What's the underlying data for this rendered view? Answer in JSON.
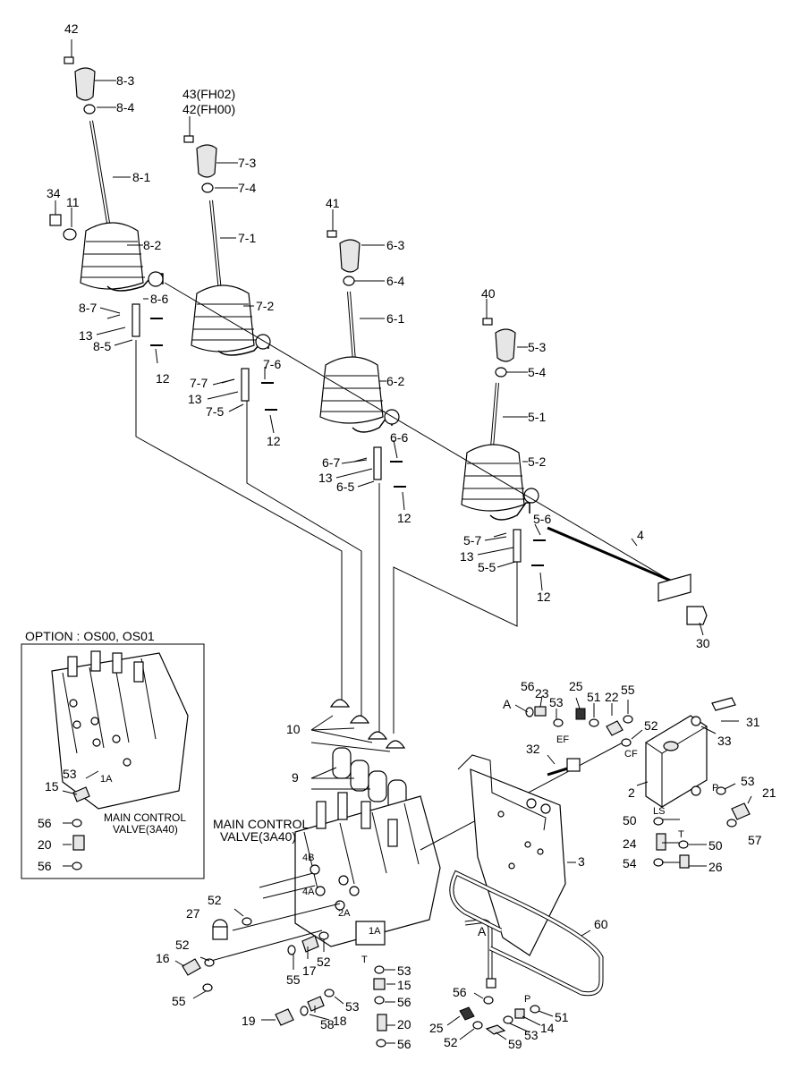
{
  "diagram": {
    "option_box": {
      "title": "OPTION : OS00, OS01",
      "valve_label_line1": "MAIN CONTROL",
      "valve_label_line2": "VALVE(3A40)",
      "port_label": "1A",
      "callouts": [
        "53",
        "15",
        "56",
        "20",
        "56"
      ]
    },
    "main_valve_label_line1": "MAIN CONTROL",
    "main_valve_label_line2": "VALVE(3A40)",
    "lever_1": {
      "cap_pin": "42",
      "knob": "8-3",
      "nut": "8-4",
      "lever": "8-1",
      "boot": "8-2",
      "bolt_a": "34",
      "bolt_b": "11",
      "bracket_a": "8-6",
      "bracket_b": "8-7",
      "plate": "8-5",
      "washer": "13",
      "screw": "12"
    },
    "lever_2": {
      "cap_pin_a": "43(FH02)",
      "cap_pin_b": "42(FH00)",
      "knob": "7-3",
      "nut": "7-4",
      "lever": "7-1",
      "boot": "7-2",
      "bracket_a": "7-6",
      "bracket_b": "7-7",
      "plate": "7-5",
      "washer": "13",
      "screw": "12"
    },
    "lever_3": {
      "cap_pin": "41",
      "knob": "6-3",
      "nut": "6-4",
      "lever": "6-1",
      "boot": "6-2",
      "bracket_a": "6-6",
      "bracket_b": "6-7",
      "plate": "6-5",
      "washer": "13",
      "screw": "12"
    },
    "lever_4": {
      "cap_pin": "40",
      "knob": "5-3",
      "nut": "5-4",
      "lever": "5-1",
      "boot": "5-2",
      "bracket_a": "5-6",
      "bracket_b": "5-7",
      "plate": "5-5",
      "washer": "13",
      "screw": "12"
    },
    "linkage": {
      "rod": "4",
      "end_bolt": "30"
    },
    "valve_parts": {
      "caps": "10",
      "boots": "9",
      "bracket": "3",
      "block": "2",
      "pipe": "60",
      "port_a": "A",
      "port_a2": "A",
      "port_t": "T",
      "port_p": "P",
      "port_ls": "LS",
      "port_ef": "EF",
      "port_cf": "CF",
      "port_t2": "T",
      "port_4b": "4B",
      "port_4a": "4A",
      "port_2a": "2A",
      "port_1a": "1A",
      "port_p2": "P"
    },
    "callouts": {
      "c56a": "56",
      "c23": "23",
      "c53a": "53",
      "c25a": "25",
      "c51a": "51",
      "c22": "22",
      "c55a": "55",
      "c52a": "52",
      "c31": "31",
      "c33": "33",
      "c32": "32",
      "c53b": "53",
      "c21": "21",
      "c57": "57",
      "c50a": "50",
      "c24": "24",
      "c50b": "50",
      "c54": "54",
      "c26": "26",
      "c52b": "52",
      "c27": "27",
      "c52c": "52",
      "c16": "16",
      "c55b": "55",
      "c55c": "55",
      "c17": "17",
      "c52d": "52",
      "c53c": "53",
      "c15": "15",
      "c56b": "56",
      "c53d": "53",
      "c18": "18",
      "c19": "19",
      "c58": "58",
      "c20": "20",
      "c56c": "56",
      "c56d": "56",
      "c25b": "25",
      "c52e": "52",
      "c59": "59",
      "c53e": "53",
      "c14": "14",
      "c51b": "51"
    }
  }
}
